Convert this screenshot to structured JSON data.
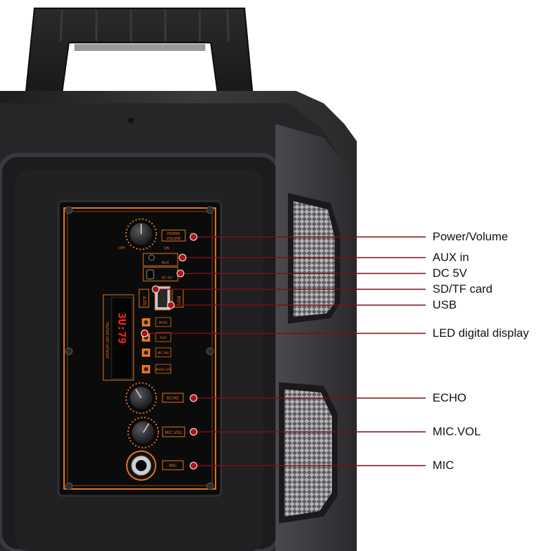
{
  "panel": {
    "knob_labels": {
      "power_volume_line1": "POWER",
      "power_volume_line2": "VOLUME",
      "off": "OFF",
      "on": "ON"
    },
    "aux_label": "AUX",
    "dc_label": "DC 5V",
    "sd_label": "SD/TF",
    "usb_label": "USB",
    "display_readout": "3U:79",
    "display_side_text": "DISPLAY LED DIGITAL",
    "echo_label": "ECHO",
    "micvol_label": "MIC.VOL",
    "mic_label": "MIC",
    "button_labels": [
      "MODE",
      "PLAY",
      "MIC PRE",
      "MUSIC LED"
    ]
  },
  "callouts": [
    {
      "id": "power-volume",
      "label": "Power/Volume"
    },
    {
      "id": "aux-in",
      "label": "AUX in"
    },
    {
      "id": "dc-5v",
      "label": "DC 5V"
    },
    {
      "id": "sd-tf-card",
      "label": "SD/TF card"
    },
    {
      "id": "usb",
      "label": "USB"
    },
    {
      "id": "led-display",
      "label": "LED digital display"
    },
    {
      "id": "echo",
      "label": "ECHO"
    },
    {
      "id": "mic-vol",
      "label": "MIC.VOL"
    },
    {
      "id": "mic",
      "label": "MIC"
    }
  ],
  "colors": {
    "accent_orange": "#e8741e",
    "callout_line": "#7a0f12",
    "callout_dot": "#b01218",
    "body_dark": "#2b2b2d",
    "body_mid": "#3c3c3f",
    "led_red": "#ff2424",
    "background": "#ffffff"
  }
}
